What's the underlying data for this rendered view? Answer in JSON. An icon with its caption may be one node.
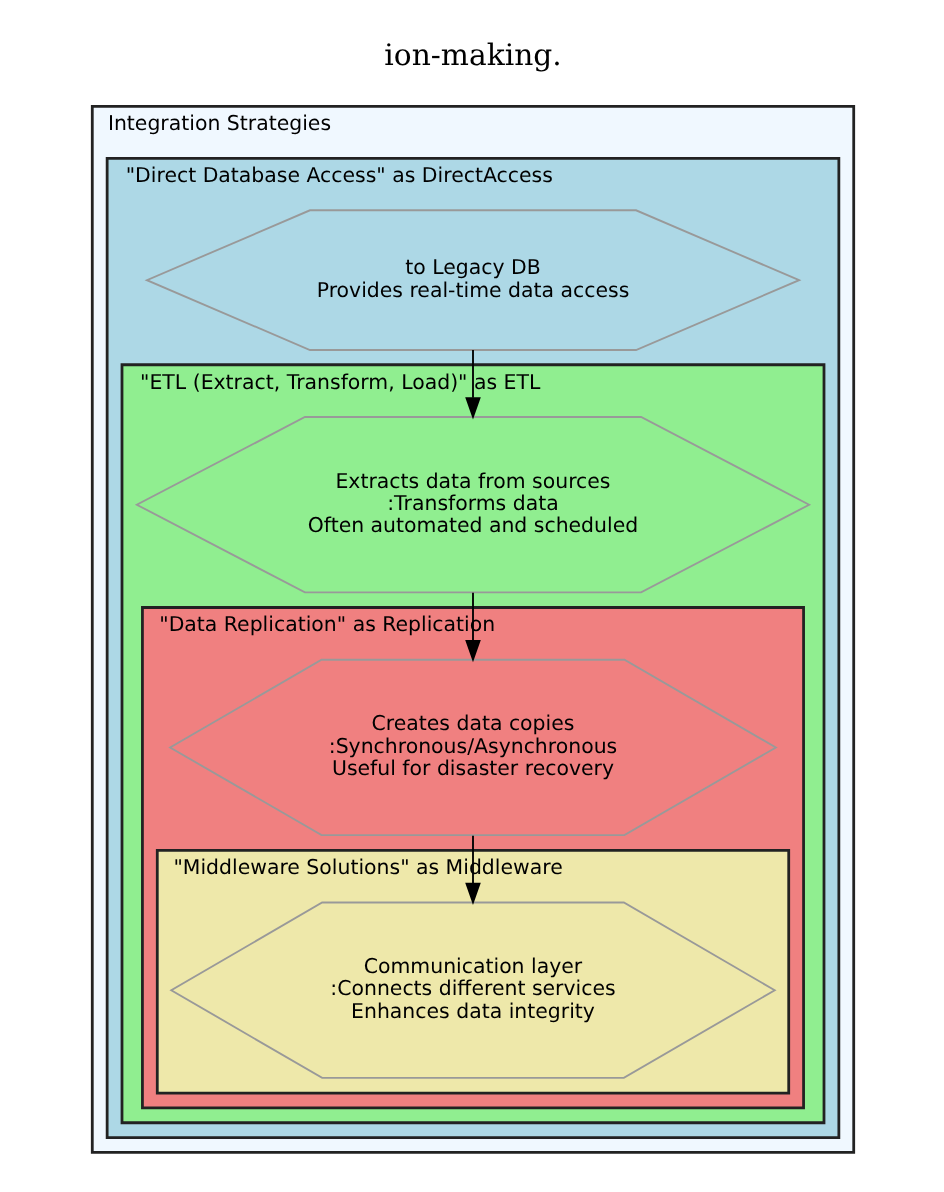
{
  "diagram": {
    "nodes": [
      {
        "text": [
          "Integration Strategies"
        ]
      },
      {
        "text": [
          "\"Direct Database Access\" as DirectAccess"
        ],
        "in": 0
      },
      {
        "text": [
          "to Legacy DB",
          "Provides real-time data access"
        ],
        "in": 1
      },
      {
        "text": [
          "\"ETL (Extract, Transform, Load)\" as ETL"
        ],
        "in": 1
      },
      {
        "text": [
          "Extracts data from sources",
          ":Transforms data",
          "Often automated and scheduled"
        ],
        "in": 3
      },
      {
        "text": [
          "\"Data Replication\" as Replication"
        ],
        "in": 3
      },
      {
        "text": [
          "Creates data copies",
          ":Synchronous/Asynchronous",
          "Useful for disaster recovery"
        ],
        "in": 5
      },
      {
        "text": [
          "\"Middleware Solutions\" as Middleware"
        ],
        "in": 5
      },
      {
        "text": [
          "Communication layer",
          ":Connects different services",
          "Enhances data integrity"
        ],
        "in": 7
      }
    ],
    "edges": [
      {
        "from": 2,
        "to": 4,
        "arrow": "to"
      },
      {
        "from": 4,
        "to": 6,
        "arrow": "to"
      },
      {
        "from": 6,
        "to": 8,
        "arrow": "to"
      }
    ],
    "labels": [
      "ion-making."
    ]
  }
}
